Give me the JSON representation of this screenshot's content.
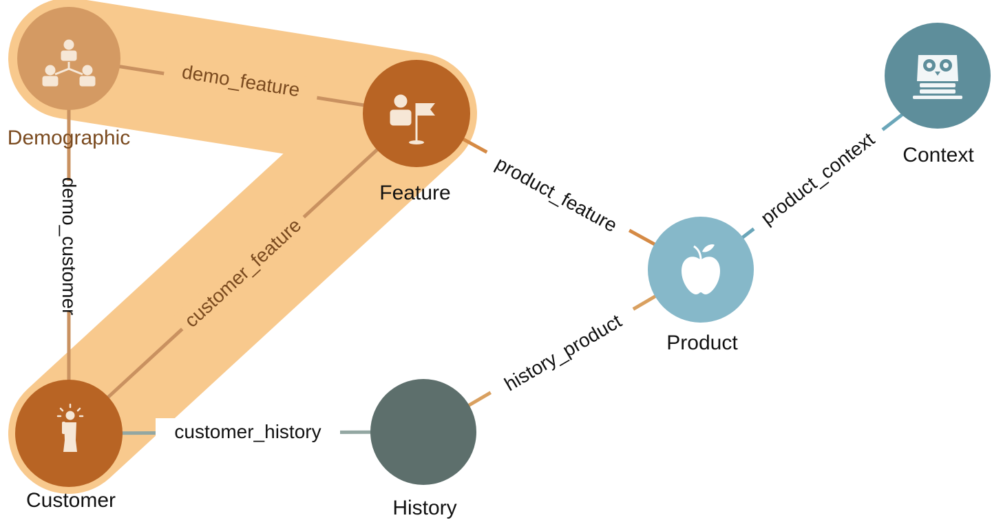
{
  "colors": {
    "highlight": "#f8c98d",
    "demographic": "#d49a63",
    "feature": "#b86424",
    "customer": "#b86424",
    "product": "#86b8c9",
    "context": "#5e8e9b",
    "history": "#5d6f6c",
    "edge_orange": "#d58a45",
    "edge_blue": "#6aa6b9",
    "edge_gray": "#93a7a2"
  },
  "nodes": {
    "demographic": {
      "label": "Demographic",
      "icon": "org-chart-icon"
    },
    "feature": {
      "label": "Feature",
      "icon": "presenter-flag-icon"
    },
    "customer": {
      "label": "Customer",
      "icon": "idea-person-icon"
    },
    "history": {
      "label": "History",
      "icon": ""
    },
    "product": {
      "label": "Product",
      "icon": "apple-icon"
    },
    "context": {
      "label": "Context",
      "icon": "owl-icon"
    }
  },
  "edges": {
    "demo_feature": "demo_feature",
    "demo_customer": "demo_customer",
    "customer_feature": "customer_feature",
    "customer_history": "customer_history",
    "product_feature": "product_feature",
    "history_product": "history_product",
    "product_context": "product_context"
  }
}
